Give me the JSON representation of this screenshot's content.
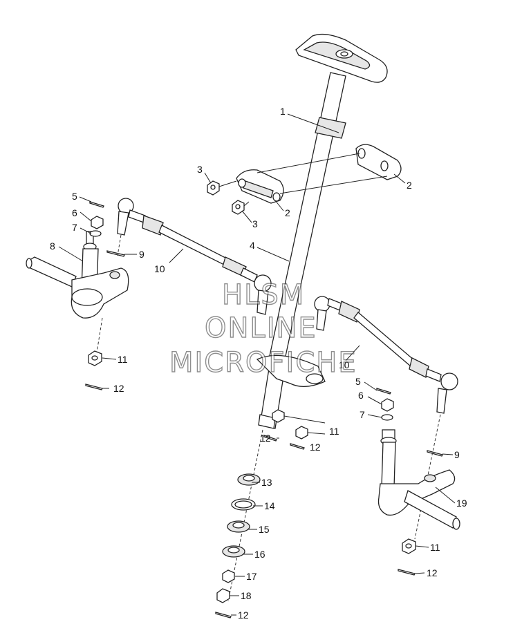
{
  "callouts": {
    "c1": "1",
    "c2a": "2",
    "c2b": "2",
    "c3a": "3",
    "c3b": "3",
    "c4": "4",
    "c5a": "5",
    "c5b": "5",
    "c6a": "6",
    "c6b": "6",
    "c7a": "7",
    "c7b": "7",
    "c8": "8",
    "c9a": "9",
    "c9b": "9",
    "c10a": "10",
    "c10b": "10",
    "c11a": "11",
    "c11b": "11",
    "c11c": "11",
    "c12a": "12",
    "c12b": "12",
    "c12c": "12",
    "c12d": "12",
    "c12e": "12",
    "c13": "13",
    "c14": "14",
    "c15": "15",
    "c16": "16",
    "c17": "17",
    "c18": "18",
    "c19": "19"
  },
  "watermark": {
    "line1": "HLSM",
    "line2": "ONLINE",
    "line3": "MICROFICHE"
  }
}
